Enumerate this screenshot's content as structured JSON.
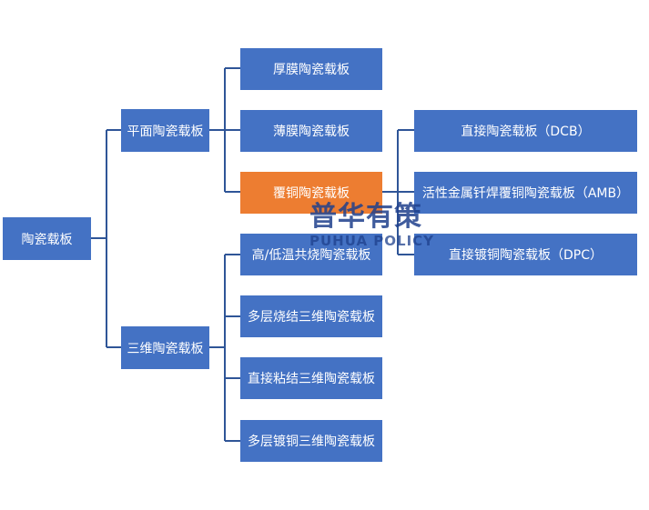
{
  "colors": {
    "node": "#4472C4",
    "highlight": "#ED7D31",
    "connector": "#2F5597"
  },
  "tree": {
    "root": "陶瓷载板",
    "planar": {
      "label": "平面陶瓷载板",
      "children": [
        "厚膜陶瓷载板",
        "薄膜陶瓷载板",
        "覆铜陶瓷载板"
      ]
    },
    "copper_clad": {
      "children": [
        "直接陶瓷载板（DCB）",
        "活性金属钎焊覆铜陶瓷载板（AMB）",
        "直接镀铜陶瓷载板（DPC）"
      ]
    },
    "three_d": {
      "label": "三维陶瓷载板",
      "children": [
        "高/低温共烧陶瓷载板",
        "多层烧结三维陶瓷载板",
        "直接粘结三维陶瓷载板",
        "多层镀铜三维陶瓷载板"
      ]
    }
  },
  "watermark": {
    "cn": "普华有策",
    "en": "PUHUA POLICY"
  }
}
